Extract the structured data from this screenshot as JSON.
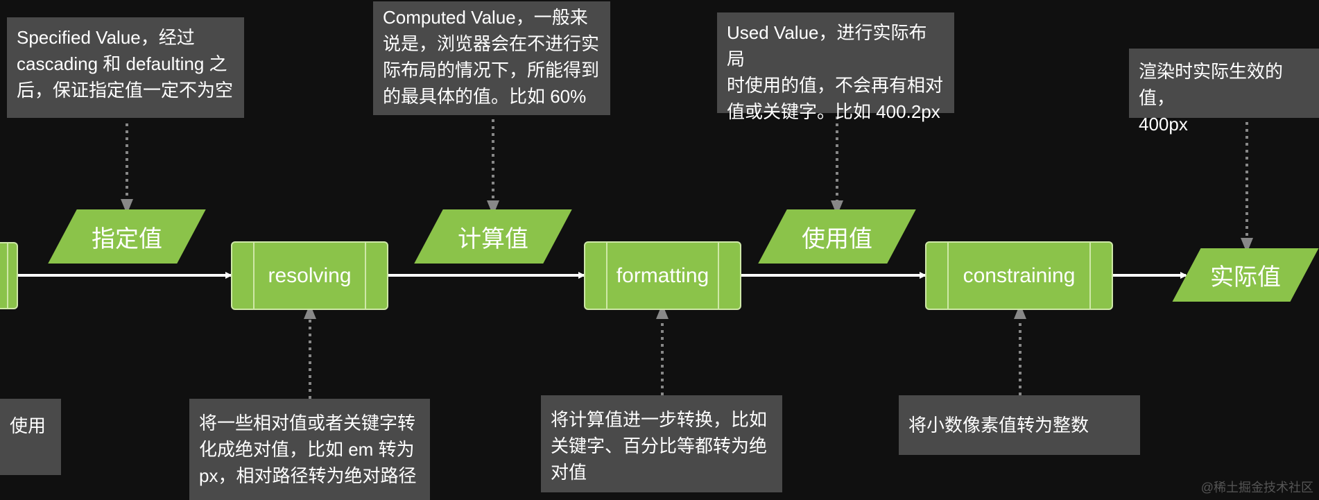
{
  "notes": {
    "specified": "Specified Value，经过\ncascading 和 defaulting 之\n后，保证指定值一定不为空",
    "computed": "Computed Value，一般来\n说是，浏览器会在不进行实\n际布局的情况下，所能得到\n的最具体的值。比如 60%",
    "used": "Used Value，进行实际布局\n时使用的值，不会再有相对\n值或关键字。比如 400.2px",
    "actual": "渲染时实际生效的值，\n400px",
    "left_partial": "使用",
    "resolving": "将一些相对值或者关键字转\n化成绝对值，比如 em 转为\npx，相对路径转为绝对路径",
    "formatting": "将计算值进一步转换，比如\n关键字、百分比等都转为绝\n对值",
    "constraining": "将小数像素值转为整数"
  },
  "values": {
    "specified": "指定值",
    "computed": "计算值",
    "used": "使用值",
    "actual": "实际值"
  },
  "processes": {
    "resolving": "resolving",
    "formatting": "formatting",
    "constraining": "constraining"
  },
  "watermark": "@稀土掘金技术社区",
  "colors": {
    "background": "#101010",
    "node_fill": "#8bc34a",
    "note_fill": "#4a4a4a",
    "connector": "#888888"
  }
}
